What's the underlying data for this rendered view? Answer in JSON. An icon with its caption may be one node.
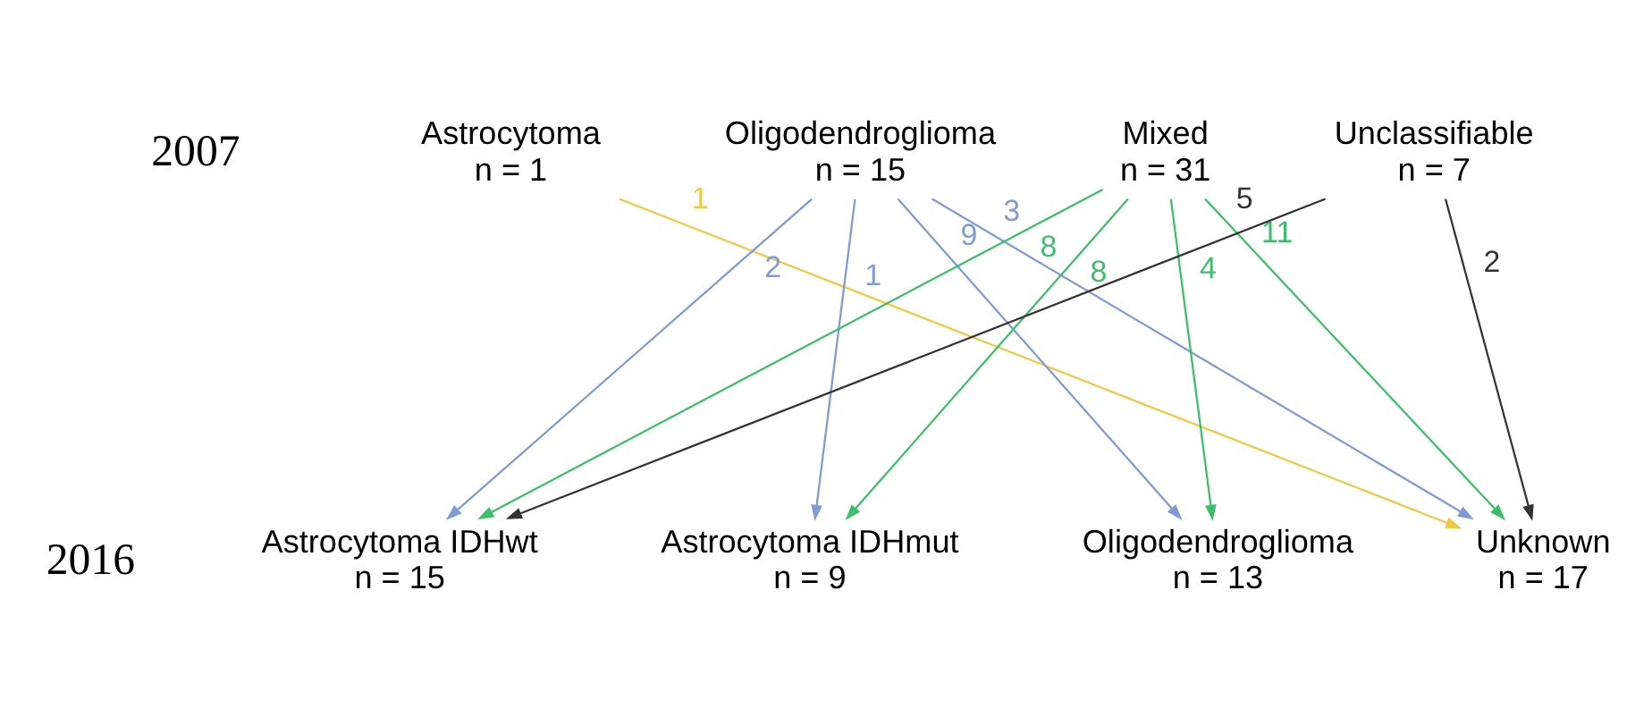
{
  "diagram": {
    "nodes": [
      {
        "text": [
          "Astrocytoma",
          "n = 1"
        ]
      },
      {
        "text": [
          "Oligodendroglioma",
          "n = 15"
        ]
      },
      {
        "text": [
          "Mixed",
          "n = 31"
        ]
      },
      {
        "text": [
          "Unclassifiable",
          "n = 7"
        ]
      },
      {
        "text": [
          "Astrocytoma IDHwt",
          "n = 15"
        ]
      },
      {
        "text": [
          "Astrocytoma IDHmut",
          "n = 9"
        ]
      },
      {
        "text": [
          "Oligodendroglioma",
          "n = 13"
        ]
      },
      {
        "text": [
          "Unknown",
          "n = 17"
        ]
      }
    ],
    "edges": [
      {
        "from": 0,
        "to": 7,
        "arrow": "to",
        "label": "1",
        "color": "#f2c744"
      },
      {
        "from": 1,
        "to": 4,
        "arrow": "to",
        "label": "2",
        "color": "#7f9bd4"
      },
      {
        "from": 1,
        "to": 5,
        "arrow": "to",
        "label": "1",
        "color": "#7f9bd4"
      },
      {
        "from": 1,
        "to": 6,
        "arrow": "to",
        "label": "9",
        "color": "#7f9bd4"
      },
      {
        "from": 1,
        "to": 7,
        "arrow": "to",
        "label": "3",
        "color": "#7f9bd4"
      },
      {
        "from": 2,
        "to": 4,
        "arrow": "to",
        "label": "8",
        "color": "#3cbf6a"
      },
      {
        "from": 2,
        "to": 5,
        "arrow": "to",
        "label": "8",
        "color": "#3cbf6a"
      },
      {
        "from": 2,
        "to": 6,
        "arrow": "to",
        "label": "4",
        "color": "#3cbf6a"
      },
      {
        "from": 2,
        "to": 7,
        "arrow": "to",
        "label": "11",
        "color": "#3cbf6a"
      },
      {
        "from": 3,
        "to": 4,
        "arrow": "to",
        "label": "5",
        "color": "#333333"
      },
      {
        "from": 3,
        "to": 7,
        "arrow": "to",
        "label": "2",
        "color": "#333333"
      }
    ],
    "labels": [
      "2007",
      "2016"
    ]
  }
}
